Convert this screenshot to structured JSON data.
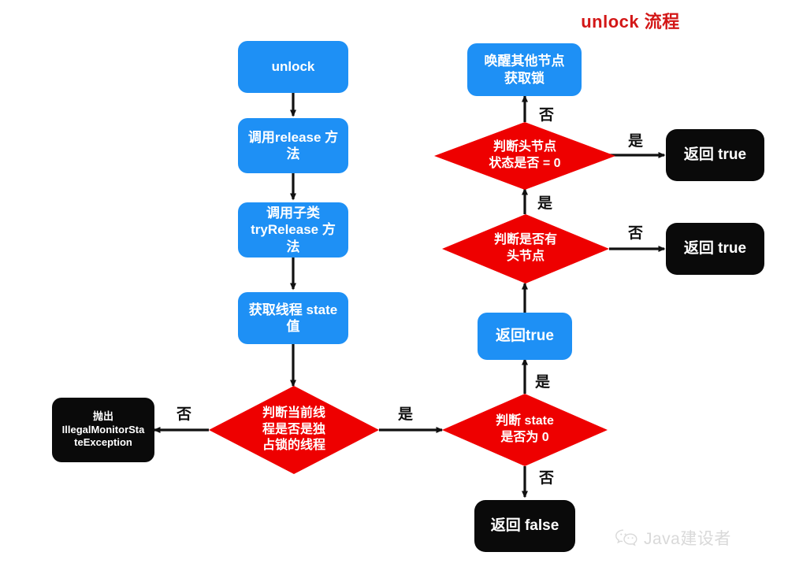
{
  "title": "unlock 流程",
  "colors": {
    "blue": "#1e90f5",
    "red": "#ee0000",
    "black": "#0a0a0a",
    "title_red": "#d31717",
    "watermark_gray": "#d9d9d9",
    "background": "#ffffff",
    "arrow": "#111111"
  },
  "nodes": {
    "unlock": {
      "label": "unlock",
      "shape": "rounded-rect",
      "fill": "blue"
    },
    "call_release": {
      "line1": "调用release 方",
      "line2": "法",
      "shape": "rounded-rect",
      "fill": "blue"
    },
    "call_try_release": {
      "line1": "调用子类",
      "line2": "tryRelease 方法",
      "shape": "rounded-rect",
      "fill": "blue"
    },
    "get_state": {
      "line1": "获取线程 state",
      "line2": "值",
      "shape": "rounded-rect",
      "fill": "blue"
    },
    "check_exclusive": {
      "line1": "判断当前线",
      "line2": "程是否是独",
      "line3": "占锁的线程",
      "shape": "diamond",
      "fill": "red"
    },
    "throw_exception": {
      "line1": "抛出",
      "line2": "IllegalMonitorSta",
      "line3": "teException",
      "shape": "rounded-rect",
      "fill": "black"
    },
    "check_state_zero": {
      "line1": "判断 state",
      "line2": "是否为 0",
      "shape": "diamond",
      "fill": "red"
    },
    "return_false": {
      "label": "返回 false",
      "shape": "rounded-rect",
      "fill": "black"
    },
    "return_true_blue": {
      "label": "返回true",
      "shape": "rounded-rect",
      "fill": "blue"
    },
    "check_has_head": {
      "line1": "判断是否有",
      "line2": "头节点",
      "shape": "diamond",
      "fill": "red"
    },
    "return_true_mid": {
      "label": "返回 true",
      "shape": "rounded-rect",
      "fill": "black"
    },
    "check_head_state": {
      "line1": "判断头节点",
      "line2": "状态是否 = 0",
      "shape": "diamond",
      "fill": "red"
    },
    "return_true_top": {
      "label": "返回 true",
      "shape": "rounded-rect",
      "fill": "black"
    },
    "wake_others": {
      "line1": "唤醒其他节点",
      "line2": "获取锁",
      "shape": "rounded-rect",
      "fill": "blue"
    }
  },
  "edge_labels": {
    "exclusive_no": "否",
    "exclusive_yes": "是",
    "state_zero_yes": "是",
    "state_zero_no": "否",
    "has_head_yes": "是",
    "has_head_no": "否",
    "head_state_yes": "是",
    "head_state_no": "否"
  },
  "watermark": {
    "icon": "wechat-icon",
    "text": "Java建设者"
  }
}
